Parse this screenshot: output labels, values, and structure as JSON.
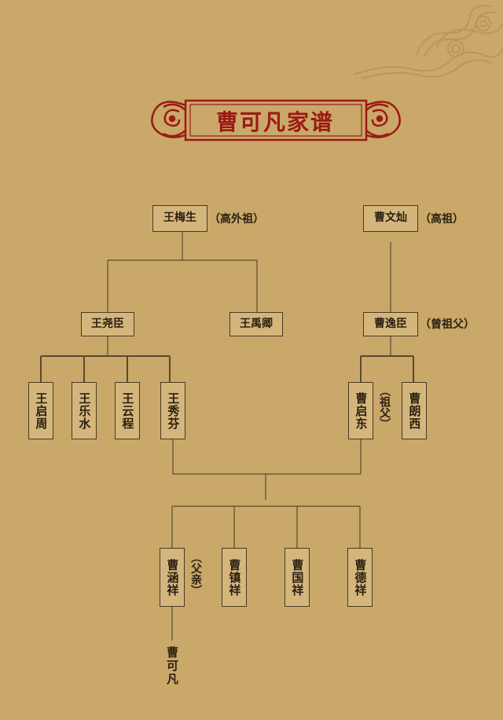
{
  "title": "曹可凡家谱",
  "colors": {
    "background": "#c9a869",
    "title_red": "#9c1a14",
    "line": "#5a4a30",
    "node_border": "#4a3a22"
  },
  "nodes": {
    "wang_meisheng": {
      "name": "王梅生",
      "relation": "（高外祖）"
    },
    "cao_wencan": {
      "name": "曹文灿",
      "relation": "（高祖）"
    },
    "wang_yaochen": {
      "name": "王尧臣"
    },
    "wang_yuqing": {
      "name": "王禹卿"
    },
    "cao_yichen": {
      "name": "曹逸臣",
      "relation": "（曾祖父）"
    },
    "wang_qizhou": {
      "name": "王启周"
    },
    "wang_leshui": {
      "name": "王乐水"
    },
    "wang_yuncheng": {
      "name": "王云程"
    },
    "wang_xiufen": {
      "name": "王秀芬"
    },
    "cao_qidong": {
      "name": "曹启东",
      "relation": "（祖父）"
    },
    "cao_langxi": {
      "name": "曹朗西"
    },
    "cao_hanxiang": {
      "name": "曹涵祥",
      "relation": "（父亲）"
    },
    "cao_zhenxiang": {
      "name": "曹镇祥"
    },
    "cao_guoxiang": {
      "name": "曹国祥"
    },
    "cao_dexiang": {
      "name": "曹德祥"
    },
    "cao_kefan": {
      "name": "曹可凡"
    }
  }
}
